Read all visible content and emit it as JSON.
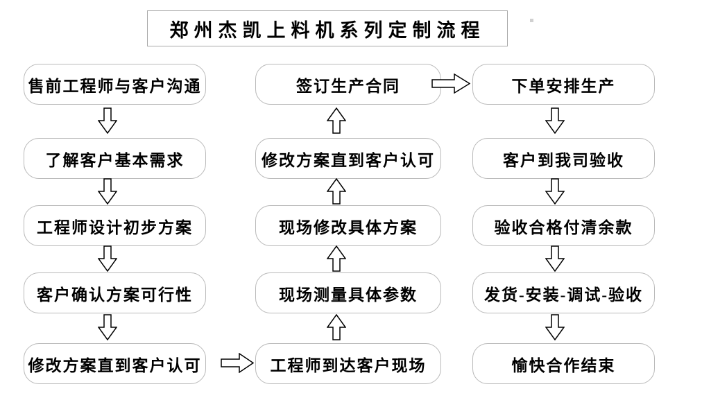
{
  "title": "郑州杰凯上料机系列定制流程",
  "flow": {
    "left_column": {
      "direction": "top-to-bottom",
      "steps": [
        "售前工程师与客户沟通",
        "了解客户基本需求",
        "工程师设计初步方案",
        "客户确认方案可行性",
        "修改方案直到客户认可"
      ]
    },
    "middle_column": {
      "direction": "bottom-to-top",
      "steps": [
        "签订生产合同",
        "修改方案直到客户认可",
        "现场修改具体方案",
        "现场测量具体参数",
        "工程师到达客户现场"
      ]
    },
    "right_column": {
      "direction": "top-to-bottom",
      "steps": [
        "下单安排生产",
        "客户到我司验收",
        "验收合格付清余款",
        "发货-安装-调试-验收",
        "愉快合作结束"
      ]
    },
    "connections": [
      "修改方案直到客户认可 → 工程师到达客户现场",
      "签订生产合同 → 下单安排生产"
    ]
  },
  "colors": {
    "background": "#ffffff",
    "box_border": "#b9b9b9",
    "title_border": "#a8a8a8",
    "text": "#000000",
    "arrow_stroke": "#000000",
    "arrow_fill": "#ffffff"
  }
}
